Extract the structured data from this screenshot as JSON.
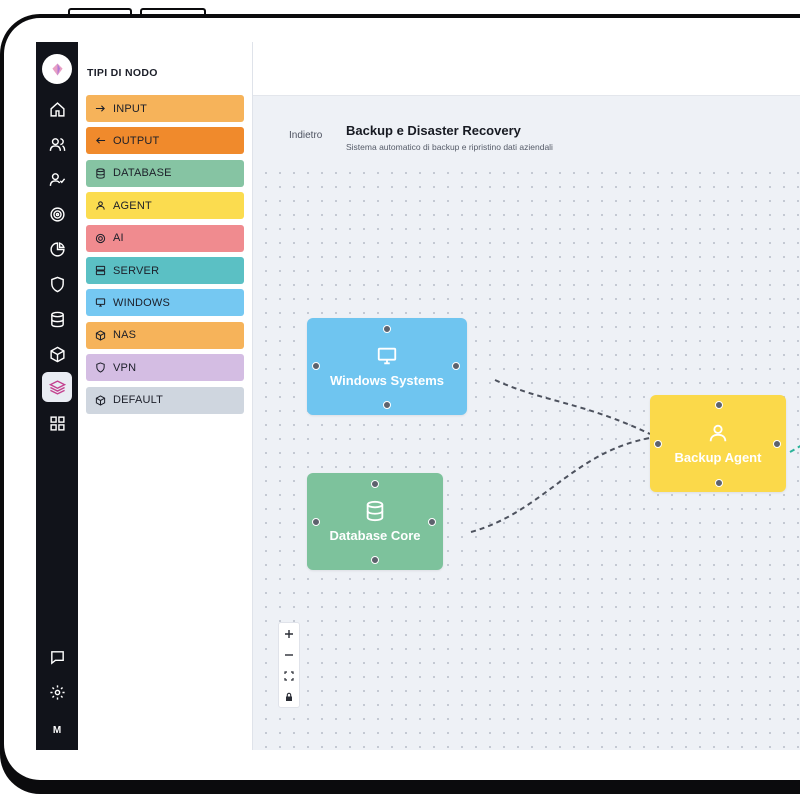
{
  "palette": {
    "title": "TIPI DI NODO",
    "items": [
      {
        "label": "INPUT",
        "icon": "arrow-right-icon",
        "color": "#f6b35a"
      },
      {
        "label": "OUTPUT",
        "icon": "arrow-left-icon",
        "color": "#f08a2c"
      },
      {
        "label": "DATABASE",
        "icon": "database-icon",
        "color": "#86c4a3"
      },
      {
        "label": "AGENT",
        "icon": "user-icon",
        "color": "#fbdc4f"
      },
      {
        "label": "AI",
        "icon": "target-icon",
        "color": "#f08b8f"
      },
      {
        "label": "SERVER",
        "icon": "server-icon",
        "color": "#5bc0c4"
      },
      {
        "label": "WINDOWS",
        "icon": "monitor-icon",
        "color": "#75c8f2"
      },
      {
        "label": "NAS",
        "icon": "box-icon",
        "color": "#f6b35a"
      },
      {
        "label": "VPN",
        "icon": "shield-icon",
        "color": "#d4bde3"
      },
      {
        "label": "DEFAULT",
        "icon": "cube-icon",
        "color": "#cfd6df"
      }
    ]
  },
  "rail": {
    "icons": [
      "home-icon",
      "users-icon",
      "user-check-icon",
      "target-icon",
      "pie-chart-icon",
      "shield-icon",
      "database-icon",
      "box-icon",
      "layers-icon",
      "grid-icon",
      "message-icon",
      "settings-icon"
    ],
    "avatar": "M"
  },
  "header": {
    "back_label": "Indietro",
    "title": "Backup e Disaster Recovery",
    "subtitle": "Sistema automatico di backup e ripristino dati aziendali"
  },
  "nodes": {
    "windows": {
      "label": "Windows Systems",
      "icon": "monitor-icon",
      "color": "#6fc5f0"
    },
    "database": {
      "label": "Database Core",
      "icon": "database-icon",
      "color": "#7dc29c"
    },
    "agent": {
      "label": "Backup Agent",
      "icon": "user-icon",
      "color": "#fbd94a"
    }
  },
  "zoom_controls": [
    "zoom-in",
    "zoom-out",
    "fit-view",
    "lock"
  ]
}
